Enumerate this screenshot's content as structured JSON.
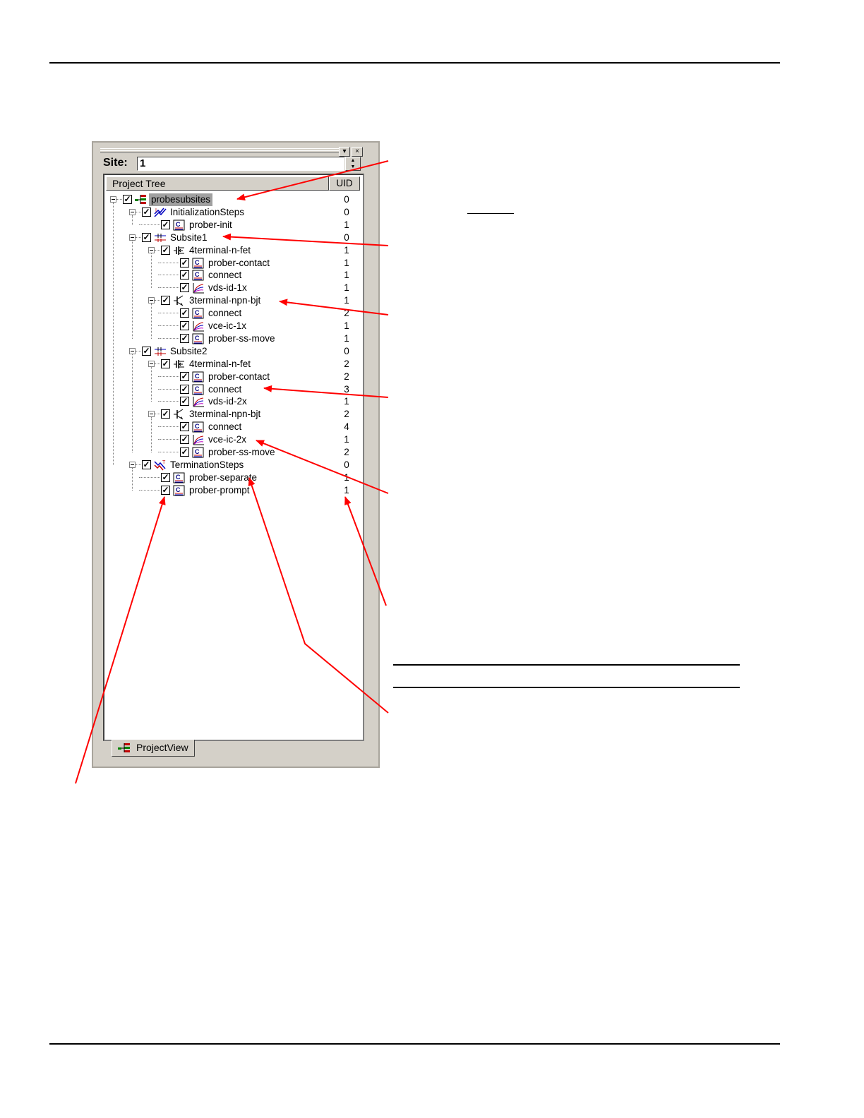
{
  "panel": {
    "site_label": "Site:",
    "site_value": "1",
    "column_name": "Project Tree",
    "column_uid": "UID",
    "tab_label": "ProjectView",
    "close_glyph": "×",
    "pin_glyph": "▾"
  },
  "tree": [
    {
      "label": "probesubsites",
      "uid": "0",
      "icon": "project-icon",
      "selected": true
    },
    {
      "label": "InitializationSteps",
      "uid": "0",
      "icon": "init-steps-icon"
    },
    {
      "label": "prober-init",
      "uid": "1",
      "icon": "script-icon"
    },
    {
      "label": "Subsite1",
      "uid": "0",
      "icon": "subsite-icon"
    },
    {
      "label": "4terminal-n-fet",
      "uid": "1",
      "icon": "fet-icon"
    },
    {
      "label": "prober-contact",
      "uid": "1",
      "icon": "script-icon"
    },
    {
      "label": "connect",
      "uid": "1",
      "icon": "script-icon"
    },
    {
      "label": "vds-id-1x",
      "uid": "1",
      "icon": "graph-icon"
    },
    {
      "label": "3terminal-npn-bjt",
      "uid": "1",
      "icon": "bjt-icon"
    },
    {
      "label": "connect",
      "uid": "2",
      "icon": "script-icon"
    },
    {
      "label": "vce-ic-1x",
      "uid": "1",
      "icon": "graph-icon"
    },
    {
      "label": "prober-ss-move",
      "uid": "1",
      "icon": "script-icon"
    },
    {
      "label": "Subsite2",
      "uid": "0",
      "icon": "subsite-icon"
    },
    {
      "label": "4terminal-n-fet",
      "uid": "2",
      "icon": "fet-icon"
    },
    {
      "label": "prober-contact",
      "uid": "2",
      "icon": "script-icon"
    },
    {
      "label": "connect",
      "uid": "3",
      "icon": "script-icon"
    },
    {
      "label": "vds-id-2x",
      "uid": "1",
      "icon": "graph-icon"
    },
    {
      "label": "3terminal-npn-bjt",
      "uid": "2",
      "icon": "bjt-icon"
    },
    {
      "label": "connect",
      "uid": "4",
      "icon": "script-icon"
    },
    {
      "label": "vce-ic-2x",
      "uid": "1",
      "icon": "graph-icon"
    },
    {
      "label": "prober-ss-move",
      "uid": "2",
      "icon": "script-icon"
    },
    {
      "label": "TerminationSteps",
      "uid": "0",
      "icon": "term-steps-icon"
    },
    {
      "label": "prober-separate",
      "uid": "1",
      "icon": "script-icon"
    },
    {
      "label": "prober-prompt",
      "uid": "1",
      "icon": "script-icon"
    }
  ],
  "colors": {
    "arrow": "#ff0000",
    "selection": "#a0a0a0",
    "panel": "#d4d0c8"
  }
}
